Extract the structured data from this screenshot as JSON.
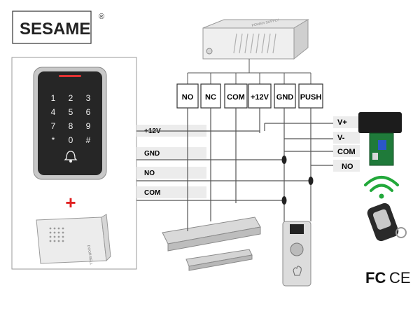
{
  "logo": {
    "text": "SESAME",
    "mark": "®"
  },
  "power_supply": {
    "label": "POWER SUPPLY"
  },
  "terminals": [
    "NO",
    "NC",
    "COM",
    "+12V",
    "GND",
    "PUSH"
  ],
  "keypad": {
    "keys": [
      "1",
      "2",
      "3",
      "4",
      "5",
      "6",
      "7",
      "8",
      "9",
      "*",
      "0",
      "#"
    ],
    "bell_icon": "bell-icon"
  },
  "plus_sign": "+",
  "doorbell": {
    "label": "DOOR BELL"
  },
  "left_wires": [
    "+12V",
    "GND",
    "NO",
    "COM"
  ],
  "receiver_wires": [
    "V+",
    "V-",
    "COM",
    "NO"
  ],
  "certifications": {
    "fc": "FC",
    "ce": "CE"
  }
}
